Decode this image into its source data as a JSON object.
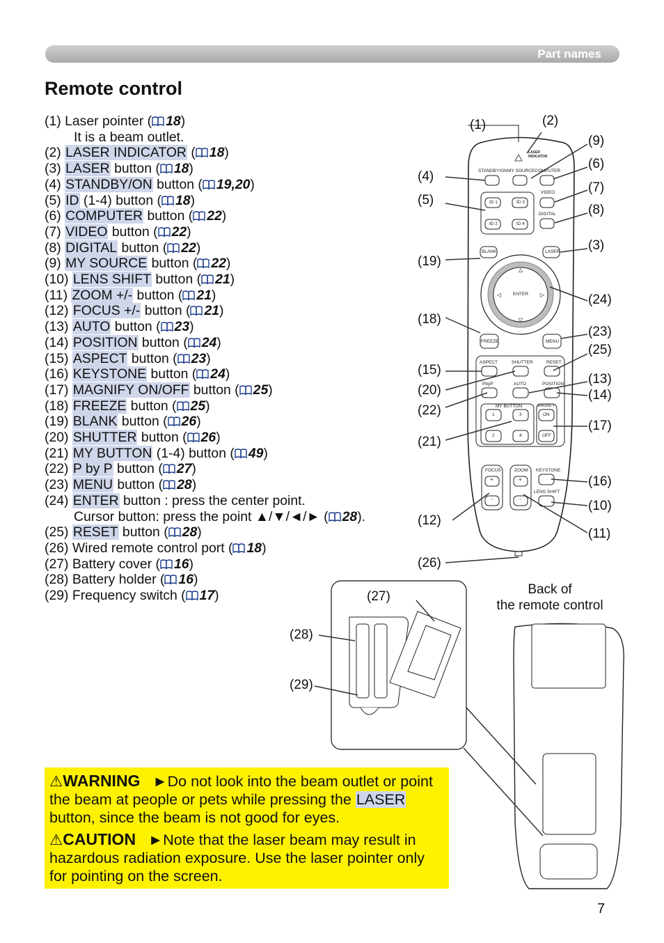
{
  "header": {
    "section": "Part names"
  },
  "title": "Remote control",
  "parts": [
    {
      "num": "(1)",
      "kw": "",
      "text": "Laser pointer (",
      "ref": "18",
      "tail": ")"
    },
    {
      "num": "",
      "kw": "",
      "text": "It is a beam outlet.",
      "ref": "",
      "tail": "",
      "indent": true
    },
    {
      "num": "(2)",
      "kw": "LASER INDICATOR",
      "text": " (",
      "ref": "18",
      "tail": ")"
    },
    {
      "num": "(3)",
      "kw": "LASER",
      "text": " button (",
      "ref": "18",
      "tail": ")"
    },
    {
      "num": "(4)",
      "kw": "STANDBY/ON",
      "text": " button (",
      "ref": "19,20",
      "tail": ")"
    },
    {
      "num": "(5)",
      "kw": "ID",
      "text": " (1-4) button (",
      "ref": "18",
      "tail": ")"
    },
    {
      "num": "(6)",
      "kw": "COMPUTER",
      "text": " button (",
      "ref": "22",
      "tail": ")"
    },
    {
      "num": "(7)",
      "kw": "VIDEO",
      "text": " button (",
      "ref": "22",
      "tail": ")"
    },
    {
      "num": "(8)",
      "kw": "DIGITAL",
      "text": " button (",
      "ref": "22",
      "tail": ")"
    },
    {
      "num": "(9)",
      "kw": "MY SOURCE",
      "text": " button (",
      "ref": "22",
      "tail": ")"
    },
    {
      "num": "(10)",
      "kw": "LENS SHIFT",
      "text": " button (",
      "ref": "21",
      "tail": ")"
    },
    {
      "num": "(11)",
      "kw": "ZOOM +/-",
      "text": " button (",
      "ref": "21",
      "tail": ")"
    },
    {
      "num": "(12)",
      "kw": "FOCUS +/-",
      "text": " button (",
      "ref": "21",
      "tail": ")"
    },
    {
      "num": "(13)",
      "kw": "AUTO",
      "text": " button (",
      "ref": "23",
      "tail": ")"
    },
    {
      "num": "(14)",
      "kw": "POSITION",
      "text": " button (",
      "ref": "24",
      "tail": ")"
    },
    {
      "num": "(15)",
      "kw": "ASPECT",
      "text": " button (",
      "ref": "23",
      "tail": ")"
    },
    {
      "num": "(16)",
      "kw": "KEYSTONE",
      "text": " button (",
      "ref": "24",
      "tail": ")"
    },
    {
      "num": "(17)",
      "kw": "MAGNIFY ON/OFF",
      "text": " button (",
      "ref": "25",
      "tail": ")"
    },
    {
      "num": "(18)",
      "kw": "FREEZE",
      "text": " button (",
      "ref": "25",
      "tail": ")"
    },
    {
      "num": "(19)",
      "kw": "BLANK",
      "text": " button (",
      "ref": "26",
      "tail": ")"
    },
    {
      "num": "(20)",
      "kw": "SHUTTER",
      "text": " button (",
      "ref": "26",
      "tail": ")"
    },
    {
      "num": "(21)",
      "kw": "MY BUTTON",
      "text": " (1-4) button (",
      "ref": "49",
      "tail": ")"
    },
    {
      "num": "(22)",
      "kw": "P by P",
      "text": " button (",
      "ref": "27",
      "tail": ")"
    },
    {
      "num": "(23)",
      "kw": "MENU",
      "text": " button (",
      "ref": "28",
      "tail": ")"
    },
    {
      "num": "(24)",
      "kw": "ENTER",
      "text": " button : press the center point.",
      "ref": "",
      "tail": ""
    },
    {
      "num": "",
      "kw": "",
      "text": "Cursor button: press the point ▲/▼/◄/► (",
      "ref": "28",
      "tail": ").",
      "indent": true
    },
    {
      "num": "(25)",
      "kw": "RESET",
      "text": " button (",
      "ref": "28",
      "tail": ")"
    },
    {
      "num": "(26)",
      "kw": "",
      "text": "Wired remote control port (",
      "ref": "18",
      "tail": ")"
    },
    {
      "num": "(27)",
      "kw": "",
      "text": "Battery cover (",
      "ref": "16",
      "tail": ")"
    },
    {
      "num": "(28)",
      "kw": "",
      "text": "Battery holder (",
      "ref": "16",
      "tail": ")"
    },
    {
      "num": "(29)",
      "kw": "",
      "text": "Frequency switch (",
      "ref": "17",
      "tail": ")"
    }
  ],
  "callouts": {
    "c1": "(1)",
    "c2": "(2)",
    "c3": "(3)",
    "c4": "(4)",
    "c5": "(5)",
    "c6": "(6)",
    "c7": "(7)",
    "c8": "(8)",
    "c9": "(9)",
    "c10": "(10)",
    "c11": "(11)",
    "c12": "(12)",
    "c13": "(13)",
    "c14": "(14)",
    "c15": "(15)",
    "c16": "(16)",
    "c17": "(17)",
    "c18": "(18)",
    "c19": "(19)",
    "c20": "(20)",
    "c21": "(21)",
    "c22": "(22)",
    "c23": "(23)",
    "c24": "(24)",
    "c25": "(25)",
    "c26": "(26)",
    "c27": "(27)",
    "c28": "(28)",
    "c29": "(29)"
  },
  "remote": {
    "laser_indicator": "LASER INDICATOR",
    "standby": "STANDBY/ON",
    "my_source": "MY SOURCE",
    "computer": "COMPUTER",
    "video": "VIDEO",
    "digital": "DIGITAL",
    "id1": "ID 1",
    "id2": "ID 2",
    "id3": "ID 3",
    "id4": "ID 4",
    "blank": "BLANK",
    "laser": "LASER",
    "enter": "ENTER",
    "freeze": "FREEZE",
    "menu": "MENU",
    "aspect": "ASPECT",
    "shutter": "SHUTTER",
    "reset": "RESET",
    "pbyp": "PbyP",
    "auto": "AUTO",
    "position": "POSITION",
    "my_button": "MY BUTTON",
    "magnify": "MAGNIFY",
    "mb1": "1",
    "mb2": "2",
    "mb3": "3",
    "mb4": "4",
    "on": "ON",
    "off": "OFF",
    "focus": "FOCUS",
    "zoom": "ZOOM",
    "keystone": "KEYSTONE",
    "lens_shift": "LENS SHIFT",
    "plus": "+",
    "minus": "-"
  },
  "back": {
    "line1": "Back of",
    "line2": "the remote control"
  },
  "warning": {
    "heading": "WARNING",
    "before": "►Do not look into the beam outlet or point the beam at people or pets while pressing the ",
    "kw": "LASER",
    "after": " button, since the beam is not good for eyes."
  },
  "caution": {
    "heading": "CAUTION",
    "text": "►Note that the laser beam may result in hazardous radiation exposure. Use the laser pointer only for pointing on the screen."
  },
  "page_number": "7",
  "colors": {
    "header": "#b5b5b5",
    "highlight": "#cfd6ea",
    "ref_blue": "#1a3a8c",
    "warning_bg": "#fff200"
  }
}
